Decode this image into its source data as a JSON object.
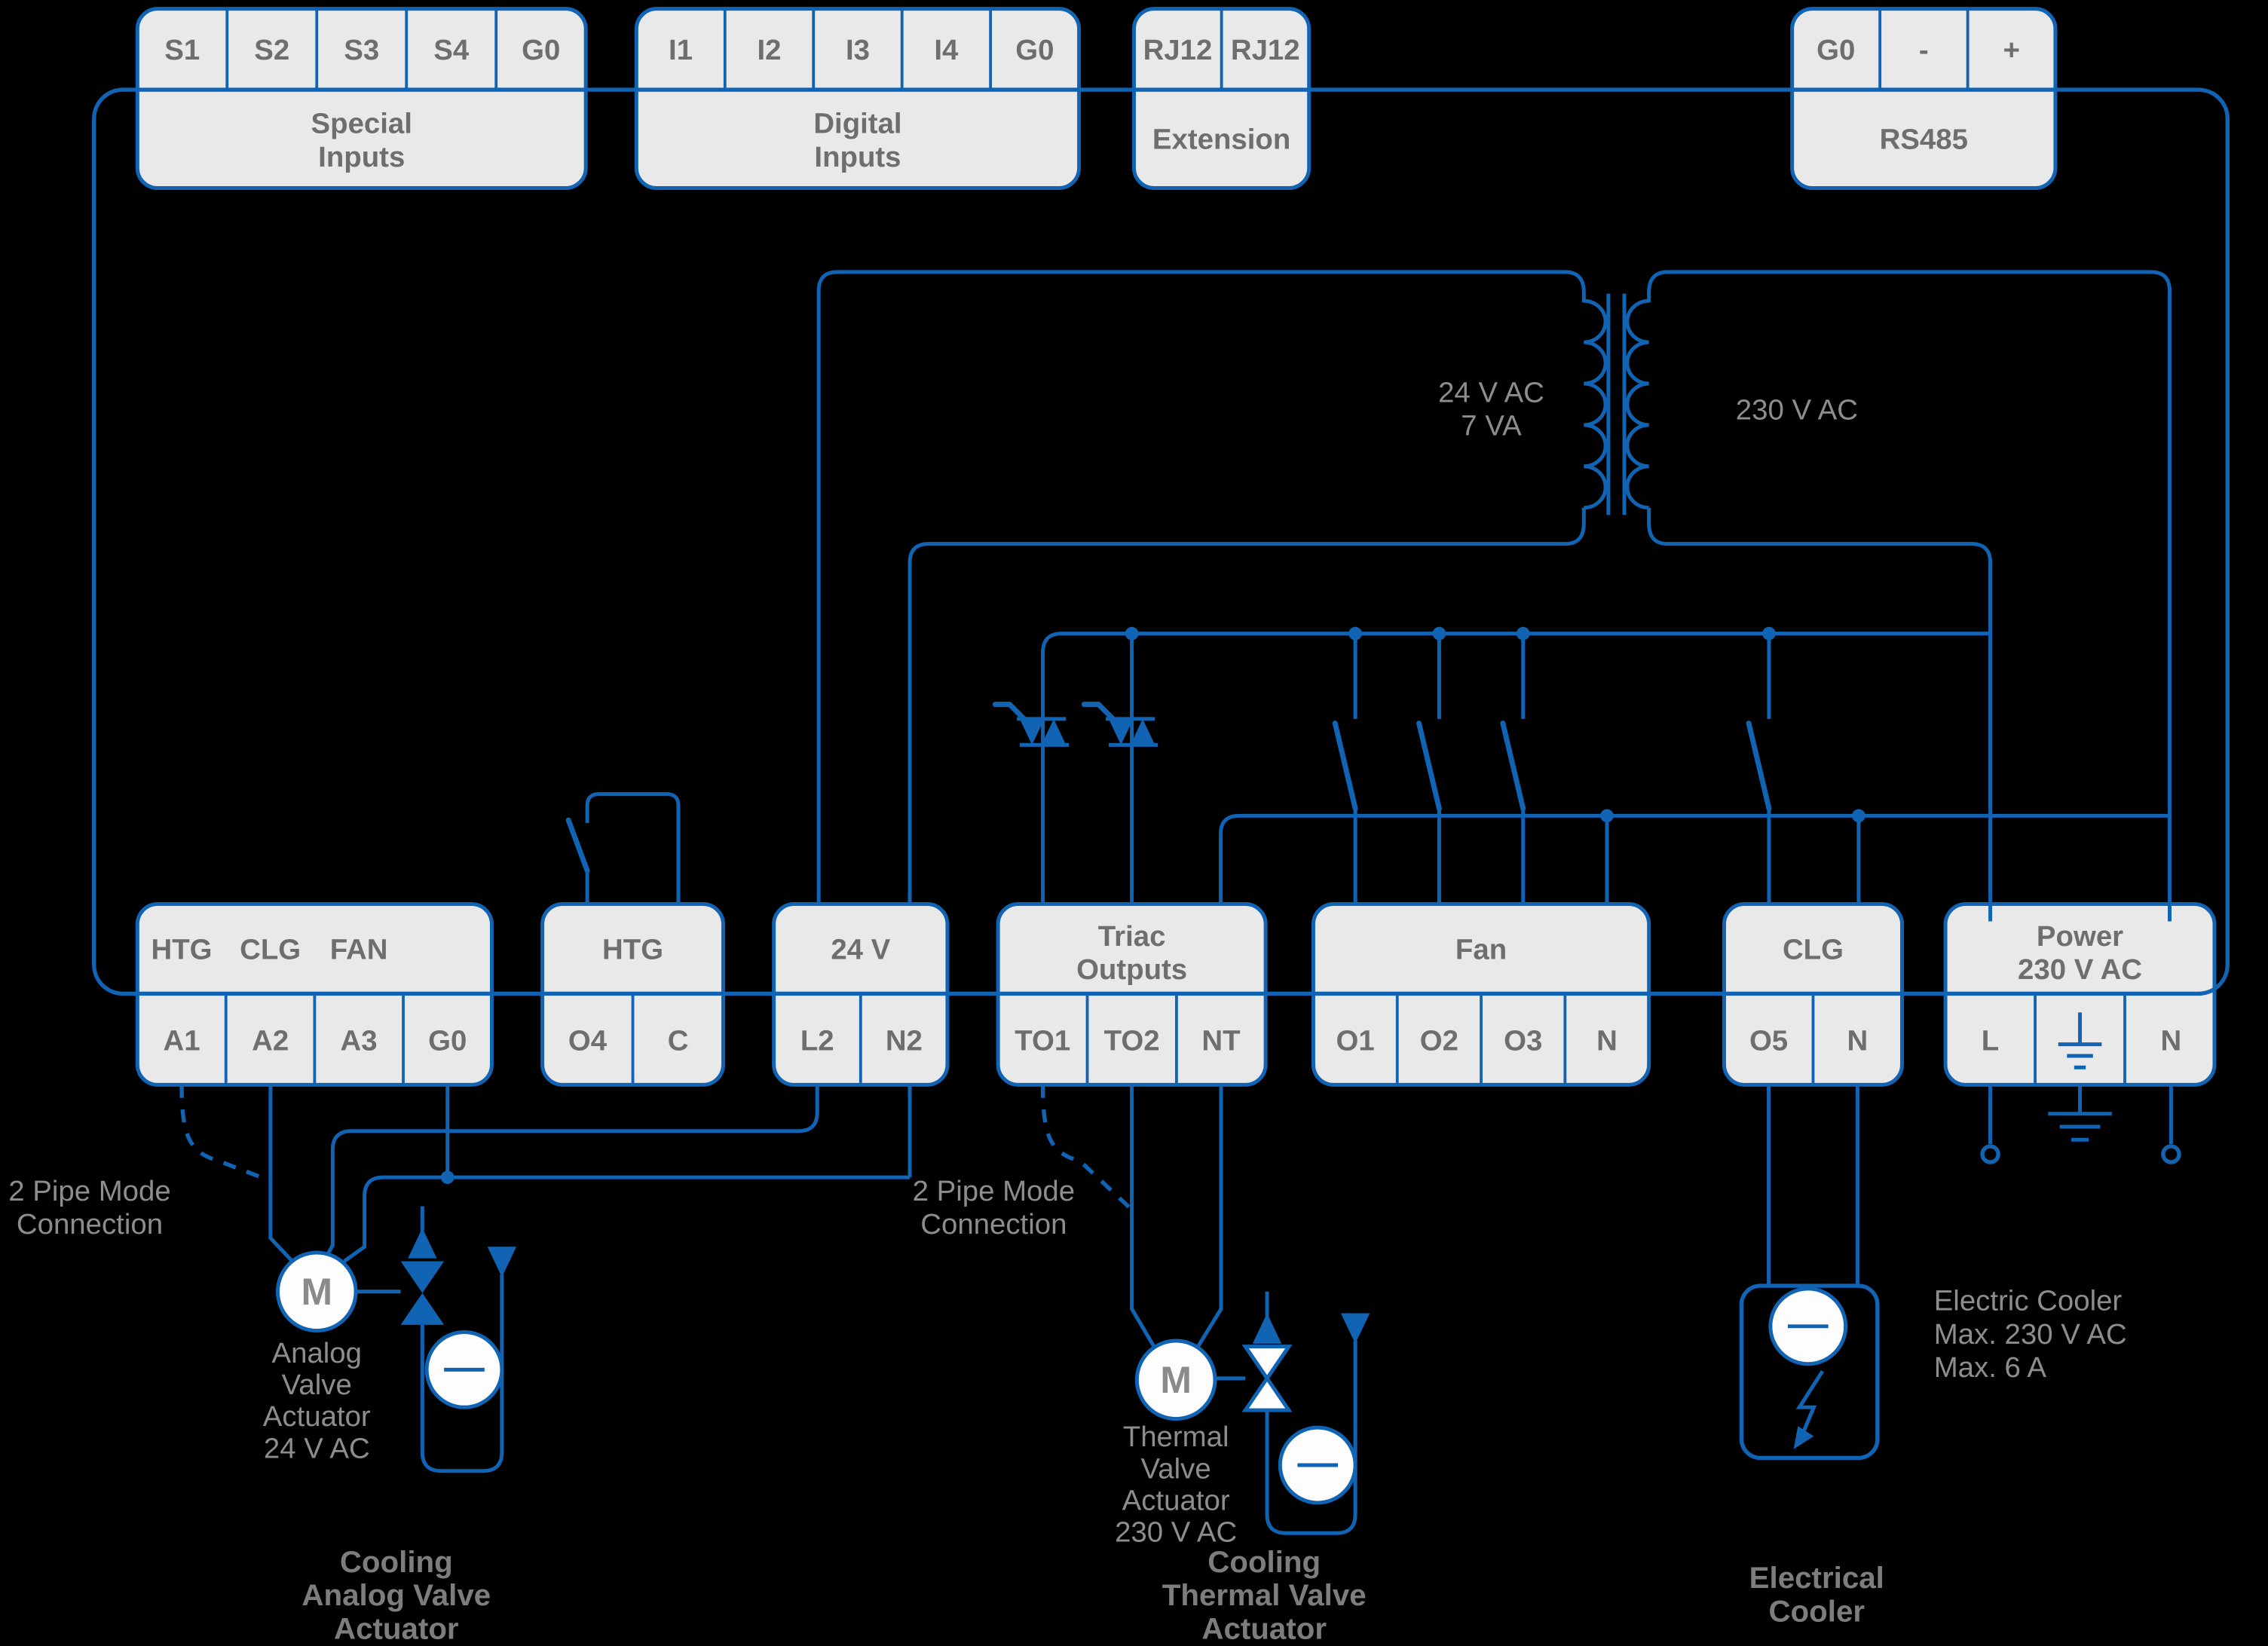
{
  "colors": {
    "background": "#000000",
    "wire_blue": "#1164b4",
    "terminal_fill": "#e9e9e9",
    "terminal_text": "#6e6e6e",
    "annotation_text": "#8d8d8d",
    "caption_text": "#7d7d7d"
  },
  "blocks": {
    "special_inputs": {
      "label_line1": "Special",
      "label_line2": "Inputs",
      "terminals": [
        "S1",
        "S2",
        "S3",
        "S4",
        "G0"
      ]
    },
    "digital_inputs": {
      "label_line1": "Digital",
      "label_line2": "Inputs",
      "terminals": [
        "I1",
        "I2",
        "I3",
        "I4",
        "G0"
      ]
    },
    "extension": {
      "label": "Extension",
      "terminals": [
        "RJ12",
        "RJ12"
      ]
    },
    "rs485": {
      "label": "RS485",
      "terminals": [
        "G0",
        "-",
        "+"
      ]
    },
    "analog_outputs": {
      "labels": [
        "HTG",
        "CLG",
        "FAN",
        ""
      ],
      "terminals": [
        "A1",
        "A2",
        "A3",
        "G0"
      ]
    },
    "htg_relay": {
      "label": "HTG",
      "terminals": [
        "O4",
        "C"
      ]
    },
    "supply_24v": {
      "label": "24 V",
      "terminals": [
        "L2",
        "N2"
      ]
    },
    "triac_outputs": {
      "label_line1": "Triac",
      "label_line2": "Outputs",
      "terminals": [
        "TO1",
        "TO2",
        "NT"
      ]
    },
    "fan": {
      "label": "Fan",
      "terminals": [
        "O1",
        "O2",
        "O3",
        "N"
      ]
    },
    "clg": {
      "label": "CLG",
      "terminals": [
        "O5",
        "N"
      ]
    },
    "power": {
      "label_line1": "Power",
      "label_line2": "230 V AC",
      "terminal_l": "L",
      "terminal_n": "N",
      "earth_icon": "earth-icon"
    }
  },
  "transformer": {
    "secondary_label_line1": "24 V AC",
    "secondary_label_line2": "7 VA",
    "primary_label": "230 V AC"
  },
  "annotations": {
    "pipe_mode_left_line1": "2 Pipe Mode",
    "pipe_mode_left_line2": "Connection",
    "pipe_mode_mid_line1": "2 Pipe Mode",
    "pipe_mode_mid_line2": "Connection",
    "motor_letter": "M",
    "analog_actuator": [
      "Analog",
      "Valve",
      "Actuator",
      "24 V AC"
    ],
    "thermal_actuator": [
      "Thermal",
      "Valve",
      "Actuator",
      "230 V AC"
    ],
    "electric_cooler": [
      "Electric Cooler",
      "Max. 230 V AC",
      "Max. 6 A"
    ]
  },
  "captions": {
    "cooling_analog": [
      "Cooling",
      "Analog Valve",
      "Actuator"
    ],
    "cooling_thermal": [
      "Cooling",
      "Thermal Valve",
      "Actuator"
    ],
    "electrical_cooler": [
      "Electrical",
      "Cooler"
    ]
  }
}
